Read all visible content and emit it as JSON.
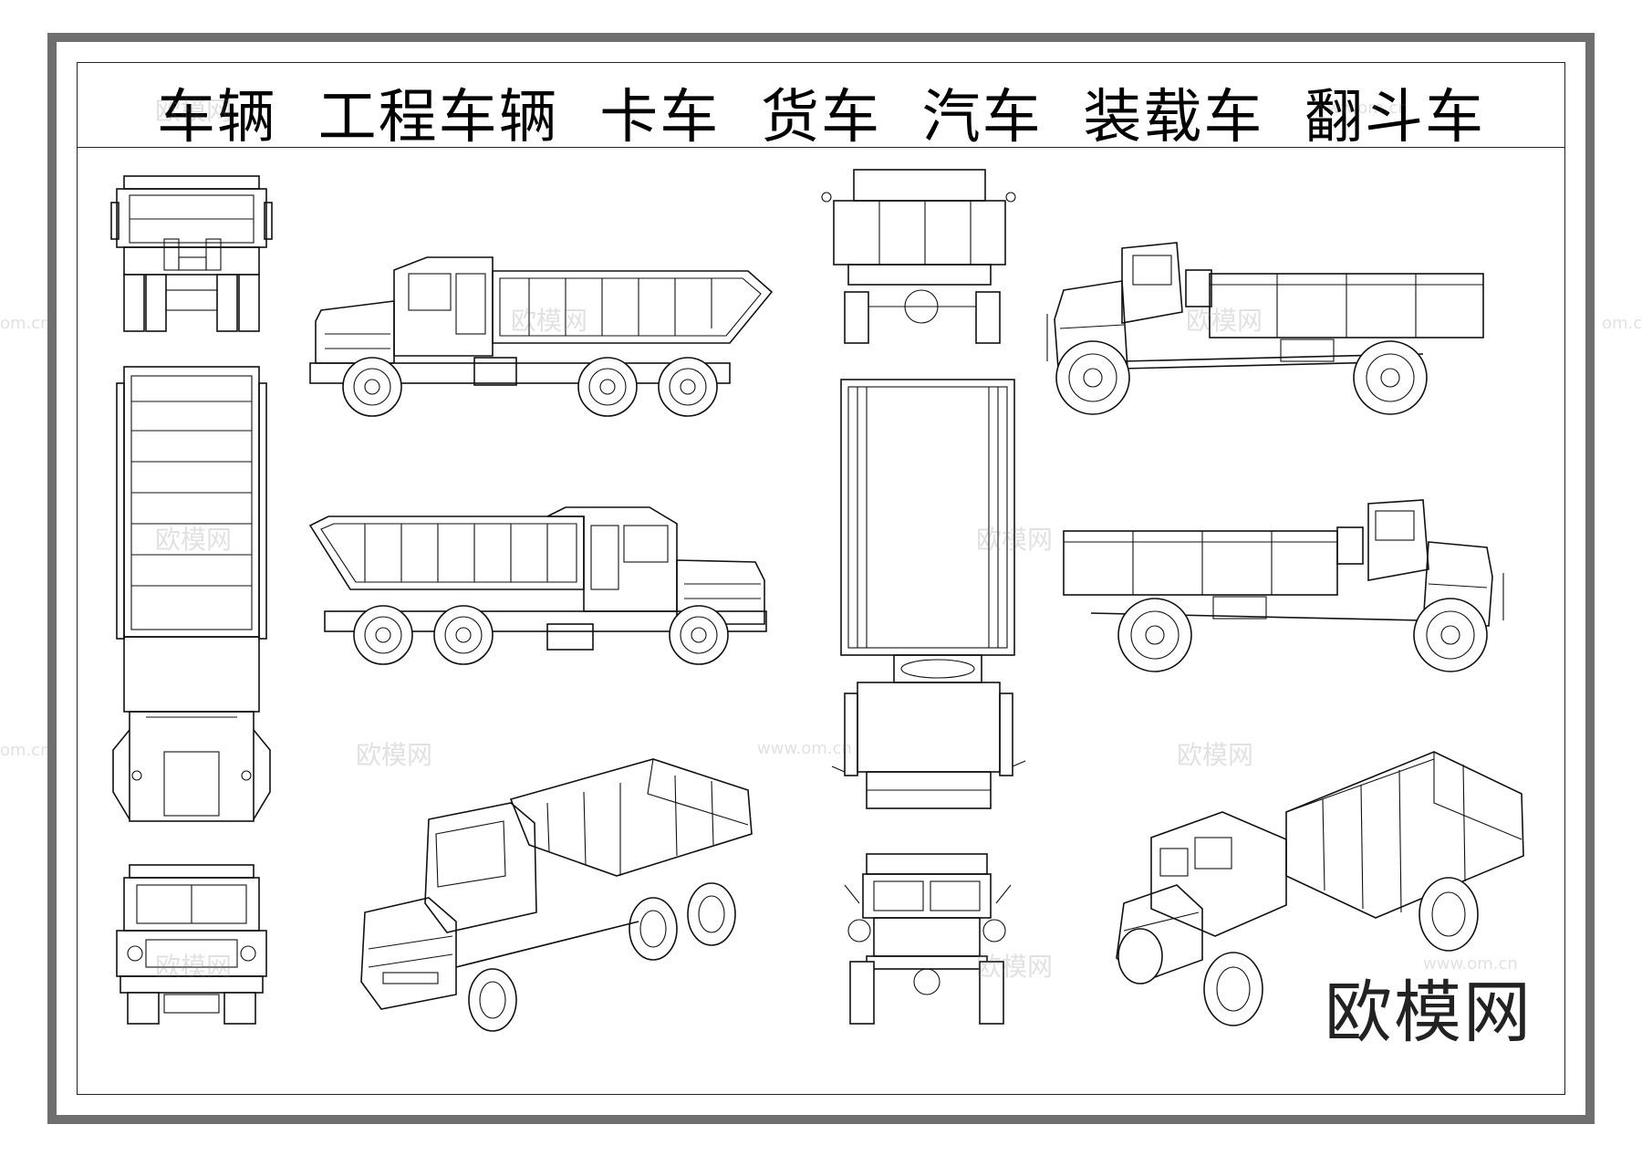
{
  "title": "车辆  工程车辆  卡车  货车  汽车  装载车  翻斗车",
  "brand_stamp": "欧模网",
  "watermarks": {
    "logo_text": "欧模网",
    "url_text": "www.om.cn",
    "edge_text": "om.cn"
  },
  "colors": {
    "frame": "#6f6f6f",
    "line": "#111111",
    "background": "#ffffff"
  },
  "views": [
    {
      "name": "dump-truck-rear-view"
    },
    {
      "name": "dump-truck-side-view-left"
    },
    {
      "name": "dump-truck-top-view"
    },
    {
      "name": "dump-truck-side-view-right"
    },
    {
      "name": "dump-truck-front-view"
    },
    {
      "name": "dump-truck-perspective-view"
    },
    {
      "name": "cargo-truck-rear-view"
    },
    {
      "name": "cargo-truck-top-view"
    },
    {
      "name": "cargo-truck-front-view"
    },
    {
      "name": "cargo-truck-side-view-left"
    },
    {
      "name": "cargo-truck-side-view-right"
    },
    {
      "name": "cargo-truck-perspective-view"
    }
  ]
}
